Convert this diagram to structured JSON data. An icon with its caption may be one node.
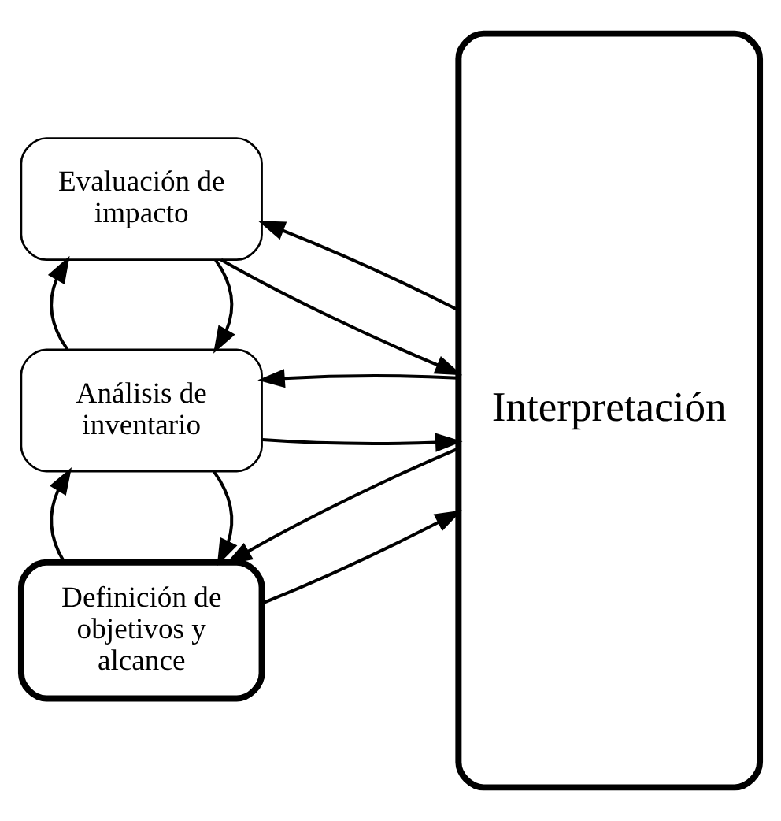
{
  "diagram": {
    "nodes": [
      {
        "text": [
          "Definición de objetivos y alcance"
        ]
      },
      {
        "text": [
          "Análisis de inventario"
        ]
      },
      {
        "text": [
          "Evaluación de impacto"
        ]
      },
      {
        "text": [
          "Interpretación"
        ]
      }
    ],
    "edges": [
      {
        "from": 0,
        "to": 3,
        "arrow": "to"
      },
      {
        "from": 3,
        "to": 0,
        "arrow": "to"
      },
      {
        "from": 1,
        "to": 0,
        "arrow": "to"
      },
      {
        "from": 0,
        "to": 1,
        "arrow": "to"
      },
      {
        "from": 1,
        "to": 3,
        "arrow": "to"
      },
      {
        "from": 3,
        "to": 1,
        "arrow": "to"
      },
      {
        "from": 2,
        "to": 1,
        "arrow": "to"
      },
      {
        "from": 1,
        "to": 2,
        "arrow": "to"
      },
      {
        "from": 2,
        "to": 3,
        "arrow": "to"
      },
      {
        "from": 3,
        "to": 2,
        "arrow": "to"
      }
    ]
  }
}
